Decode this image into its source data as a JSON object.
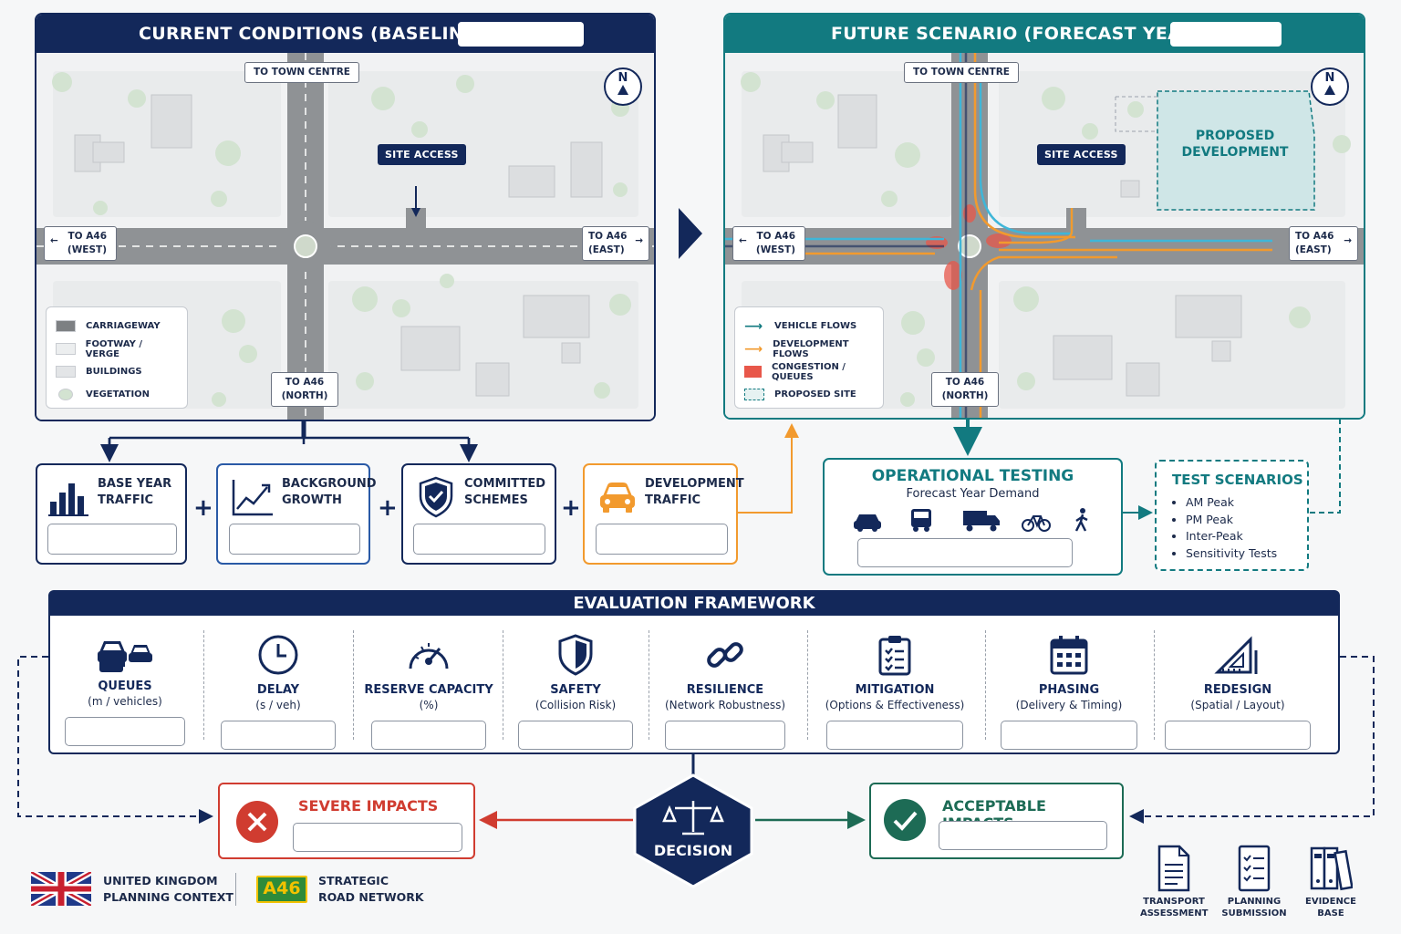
{
  "baseline": {
    "title": "CURRENT CONDITIONS (BASELINE)",
    "labels": {
      "north_top": "TO TOWN CENTRE",
      "site_access": "SITE ACCESS",
      "west_line1": "TO A46",
      "west_line2": "(WEST)",
      "east_line1": "TO A46",
      "east_line2": "(EAST)",
      "south_line1": "TO A46",
      "south_line2": "(NORTH)",
      "compass": "N"
    },
    "legend": [
      "CARRIAGEWAY",
      "FOOTWAY / VERGE",
      "BUILDINGS",
      "VEGETATION"
    ]
  },
  "future": {
    "title": "FUTURE SCENARIO (FORECAST YEAR)",
    "labels": {
      "north_top": "TO TOWN CENTRE",
      "site_access": "SITE ACCESS",
      "west_line1": "TO A46",
      "west_line2": "(WEST)",
      "east_line1": "TO A46",
      "east_line2": "(EAST)",
      "south_line1": "TO A46",
      "south_line2": "(NORTH)",
      "compass": "N",
      "dev_line1": "PROPOSED",
      "dev_line2": "DEVELOPMENT"
    },
    "legend": [
      "VEHICLE FLOWS",
      "DEVELOPMENT FLOWS",
      "CONGESTION / QUEUES",
      "PROPOSED SITE"
    ]
  },
  "inputs": [
    {
      "line1": "BASE YEAR",
      "line2": "TRAFFIC",
      "icon": "bar-chart-icon"
    },
    {
      "line1": "BACKGROUND",
      "line2": "GROWTH",
      "icon": "growth-chart-icon"
    },
    {
      "line1": "COMMITTED",
      "line2": "SCHEMES",
      "icon": "shield-check-icon"
    },
    {
      "line1": "DEVELOPMENT",
      "line2": "TRAFFIC",
      "icon": "car-icon"
    }
  ],
  "plus": "+",
  "operational": {
    "title": "OPERATIONAL TESTING",
    "subtitle": "Forecast Year Demand"
  },
  "scenarios": {
    "title": "TEST SCENARIOS",
    "items": [
      "AM Peak",
      "PM Peak",
      "Inter-Peak",
      "Sensitivity Tests"
    ]
  },
  "evaluation": {
    "title": "EVALUATION FRAMEWORK",
    "criteria": [
      {
        "name": "QUEUES",
        "sub": "(m / vehicles)",
        "icon": "cars-icon"
      },
      {
        "name": "DELAY",
        "sub": "(s / veh)",
        "icon": "clock-icon"
      },
      {
        "name": "RESERVE CAPACITY",
        "sub": "(%)",
        "icon": "gauge-icon"
      },
      {
        "name": "SAFETY",
        "sub": "(Collision Risk)",
        "icon": "shield-icon"
      },
      {
        "name": "RESILIENCE",
        "sub": "(Network Robustness)",
        "icon": "link-icon"
      },
      {
        "name": "MITIGATION",
        "sub": "(Options & Effectiveness)",
        "icon": "clipboard-icon"
      },
      {
        "name": "PHASING",
        "sub": "(Delivery & Timing)",
        "icon": "calendar-icon"
      },
      {
        "name": "REDESIGN",
        "sub": "(Spatial / Layout)",
        "icon": "set-square-icon"
      }
    ]
  },
  "decision": {
    "label": "DECISION"
  },
  "severe": {
    "title": "SEVERE IMPACTS"
  },
  "acceptable": {
    "title": "ACCEPTABLE IMPACTS"
  },
  "footer": {
    "uk_line1": "UNITED KINGDOM",
    "uk_line2": "PLANNING CONTEXT",
    "road_badge": "A46",
    "road_line1": "STRATEGIC",
    "road_line2": "ROAD NETWORK",
    "docs": [
      {
        "line1": "TRANSPORT",
        "line2": "ASSESSMENT"
      },
      {
        "line1": "PLANNING",
        "line2": "SUBMISSION"
      },
      {
        "line1": "EVIDENCE",
        "line2": "BASE"
      }
    ]
  },
  "colors": {
    "navy": "#13285a",
    "teal": "#127a80",
    "orange": "#f29a2e",
    "blue_flow": "#3fb6d8",
    "red": "#d03c30",
    "green": "#1d6b55"
  }
}
